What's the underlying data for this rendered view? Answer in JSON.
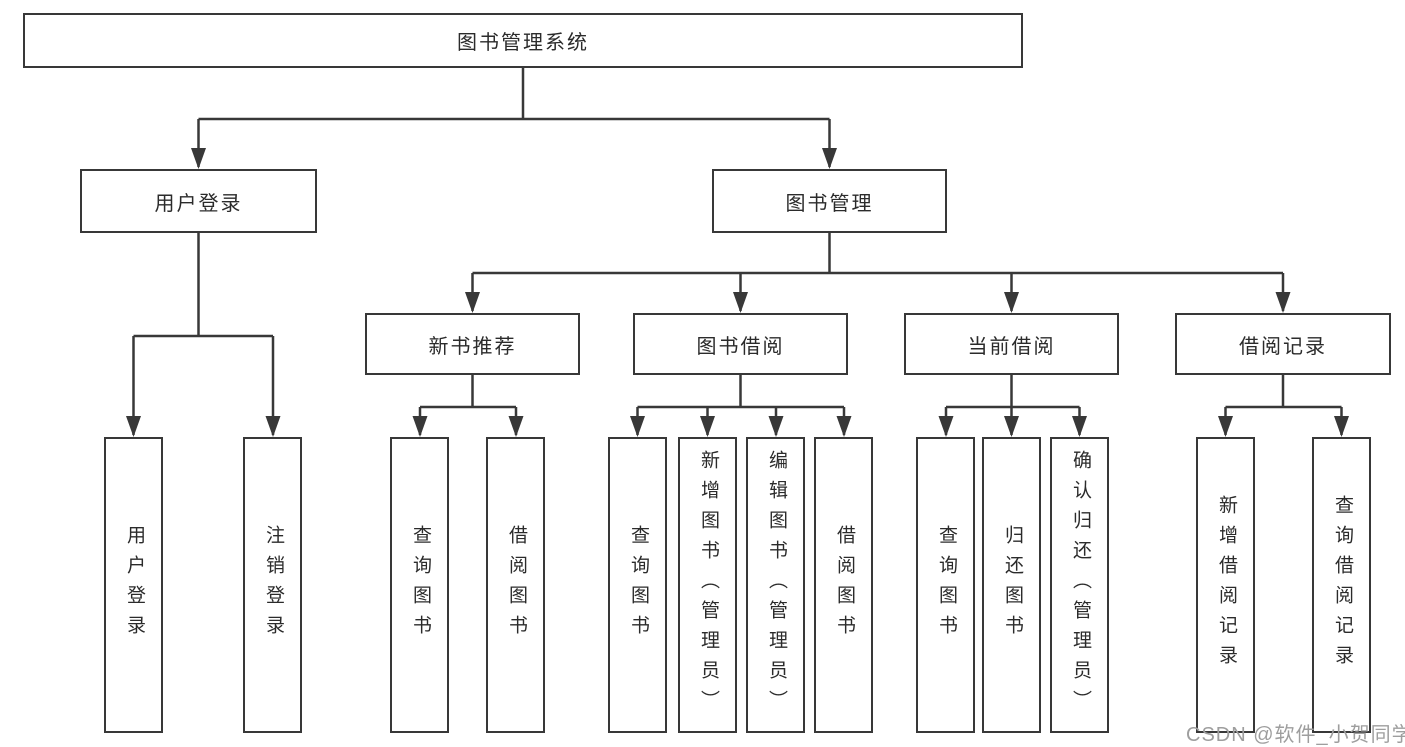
{
  "tree": {
    "label": "图书管理系统",
    "children": [
      {
        "label": "用户登录",
        "children": [
          {
            "label": "用户登录"
          },
          {
            "label": "注销登录"
          }
        ]
      },
      {
        "label": "图书管理",
        "children": [
          {
            "label": "新书推荐",
            "children": [
              {
                "label": "查询图书"
              },
              {
                "label": "借阅图书"
              }
            ]
          },
          {
            "label": "图书借阅",
            "children": [
              {
                "label": "查询图书"
              },
              {
                "label": "新增图书（管理员）"
              },
              {
                "label": "编辑图书（管理员）"
              },
              {
                "label": "借阅图书"
              }
            ]
          },
          {
            "label": "当前借阅",
            "children": [
              {
                "label": "查询图书"
              },
              {
                "label": "归还图书"
              },
              {
                "label": "确认归还（管理员）"
              }
            ]
          },
          {
            "label": "借阅记录",
            "children": [
              {
                "label": "新增借阅记录"
              },
              {
                "label": "查询借阅记录"
              }
            ]
          }
        ]
      }
    ]
  },
  "watermark": {
    "text": "CSDN @软件_小贺同学",
    "color": "#9e9e9e"
  },
  "colors": {
    "line": "#383838",
    "box_border": "#383838",
    "text": "#2b2b2b",
    "background": "#ffffff"
  }
}
